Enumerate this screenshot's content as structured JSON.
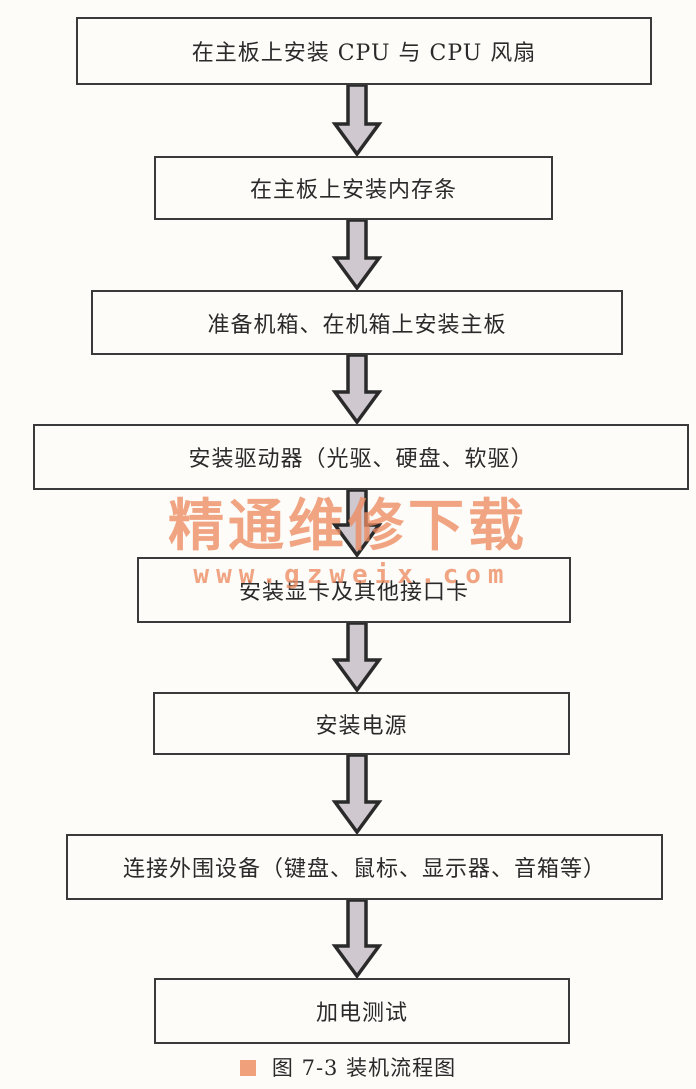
{
  "flowchart": {
    "steps": [
      "在主板上安装 CPU 与 CPU 风扇",
      "在主板上安装内存条",
      "准备机箱、在机箱上安装主板",
      "安装驱动器（光驱、硬盘、软驱）",
      "安装显卡及其他接口卡",
      "安装电源",
      "连接外围设备（键盘、鼠标、显示器、音箱等）",
      "加电测试"
    ],
    "caption": "图 7-3   装机流程图"
  },
  "watermark": {
    "title": "精通维修下载",
    "url": "www.gzweix.com"
  },
  "colors": {
    "box_border": "#3a3a3a",
    "arrow_fill": "#cfc8cf",
    "watermark": "#ec8a60",
    "caption_marker": "#f0a07a"
  }
}
